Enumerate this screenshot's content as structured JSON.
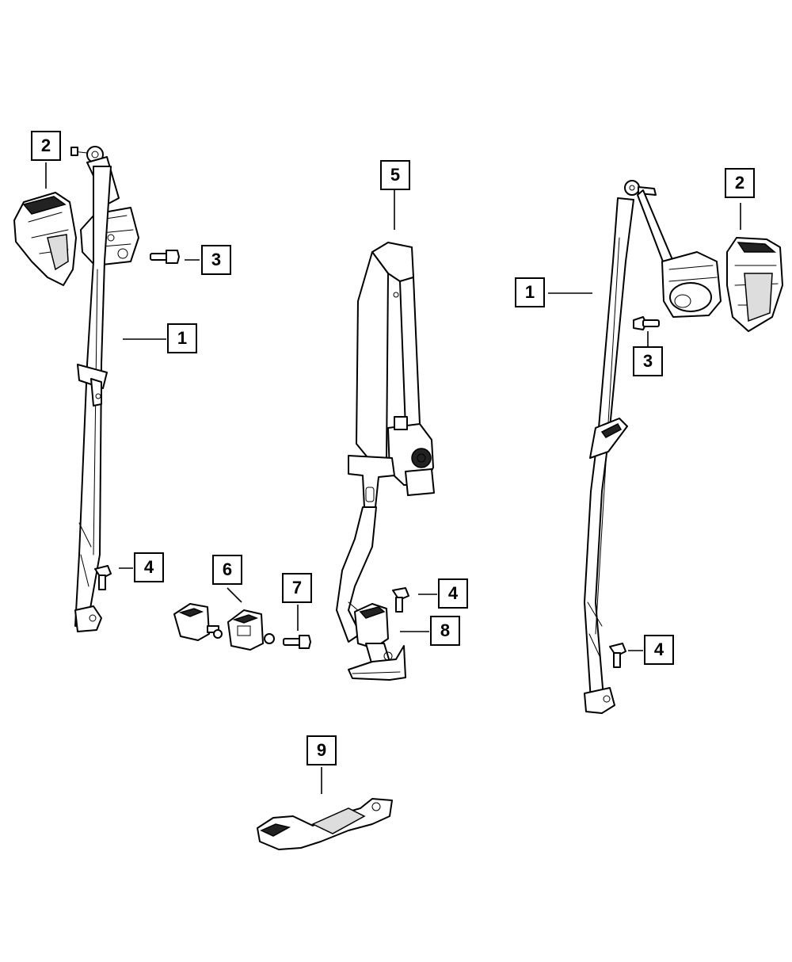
{
  "callouts": {
    "c1_left": "1",
    "c2_left": "2",
    "c3_left": "3",
    "c4_left": "4",
    "c5": "5",
    "c6": "6",
    "c7": "7",
    "c4_center": "4",
    "c8": "8",
    "c9": "9",
    "c1_right": "1",
    "c2_right": "2",
    "c3_right": "3",
    "c4_right": "4"
  },
  "parts": [
    {
      "ref": "1",
      "icon": "seat-belt-retractor-assembly-icon"
    },
    {
      "ref": "2",
      "icon": "retractor-cover-icon"
    },
    {
      "ref": "3",
      "icon": "bolt-icon"
    },
    {
      "ref": "4",
      "icon": "bolt-icon"
    },
    {
      "ref": "5",
      "icon": "center-seat-belt-icon"
    },
    {
      "ref": "6",
      "icon": "buckle-icon"
    },
    {
      "ref": "7",
      "icon": "bolt-icon"
    },
    {
      "ref": "8",
      "icon": "buckle-assembly-icon"
    },
    {
      "ref": "9",
      "icon": "seat-belt-extender-icon"
    }
  ]
}
